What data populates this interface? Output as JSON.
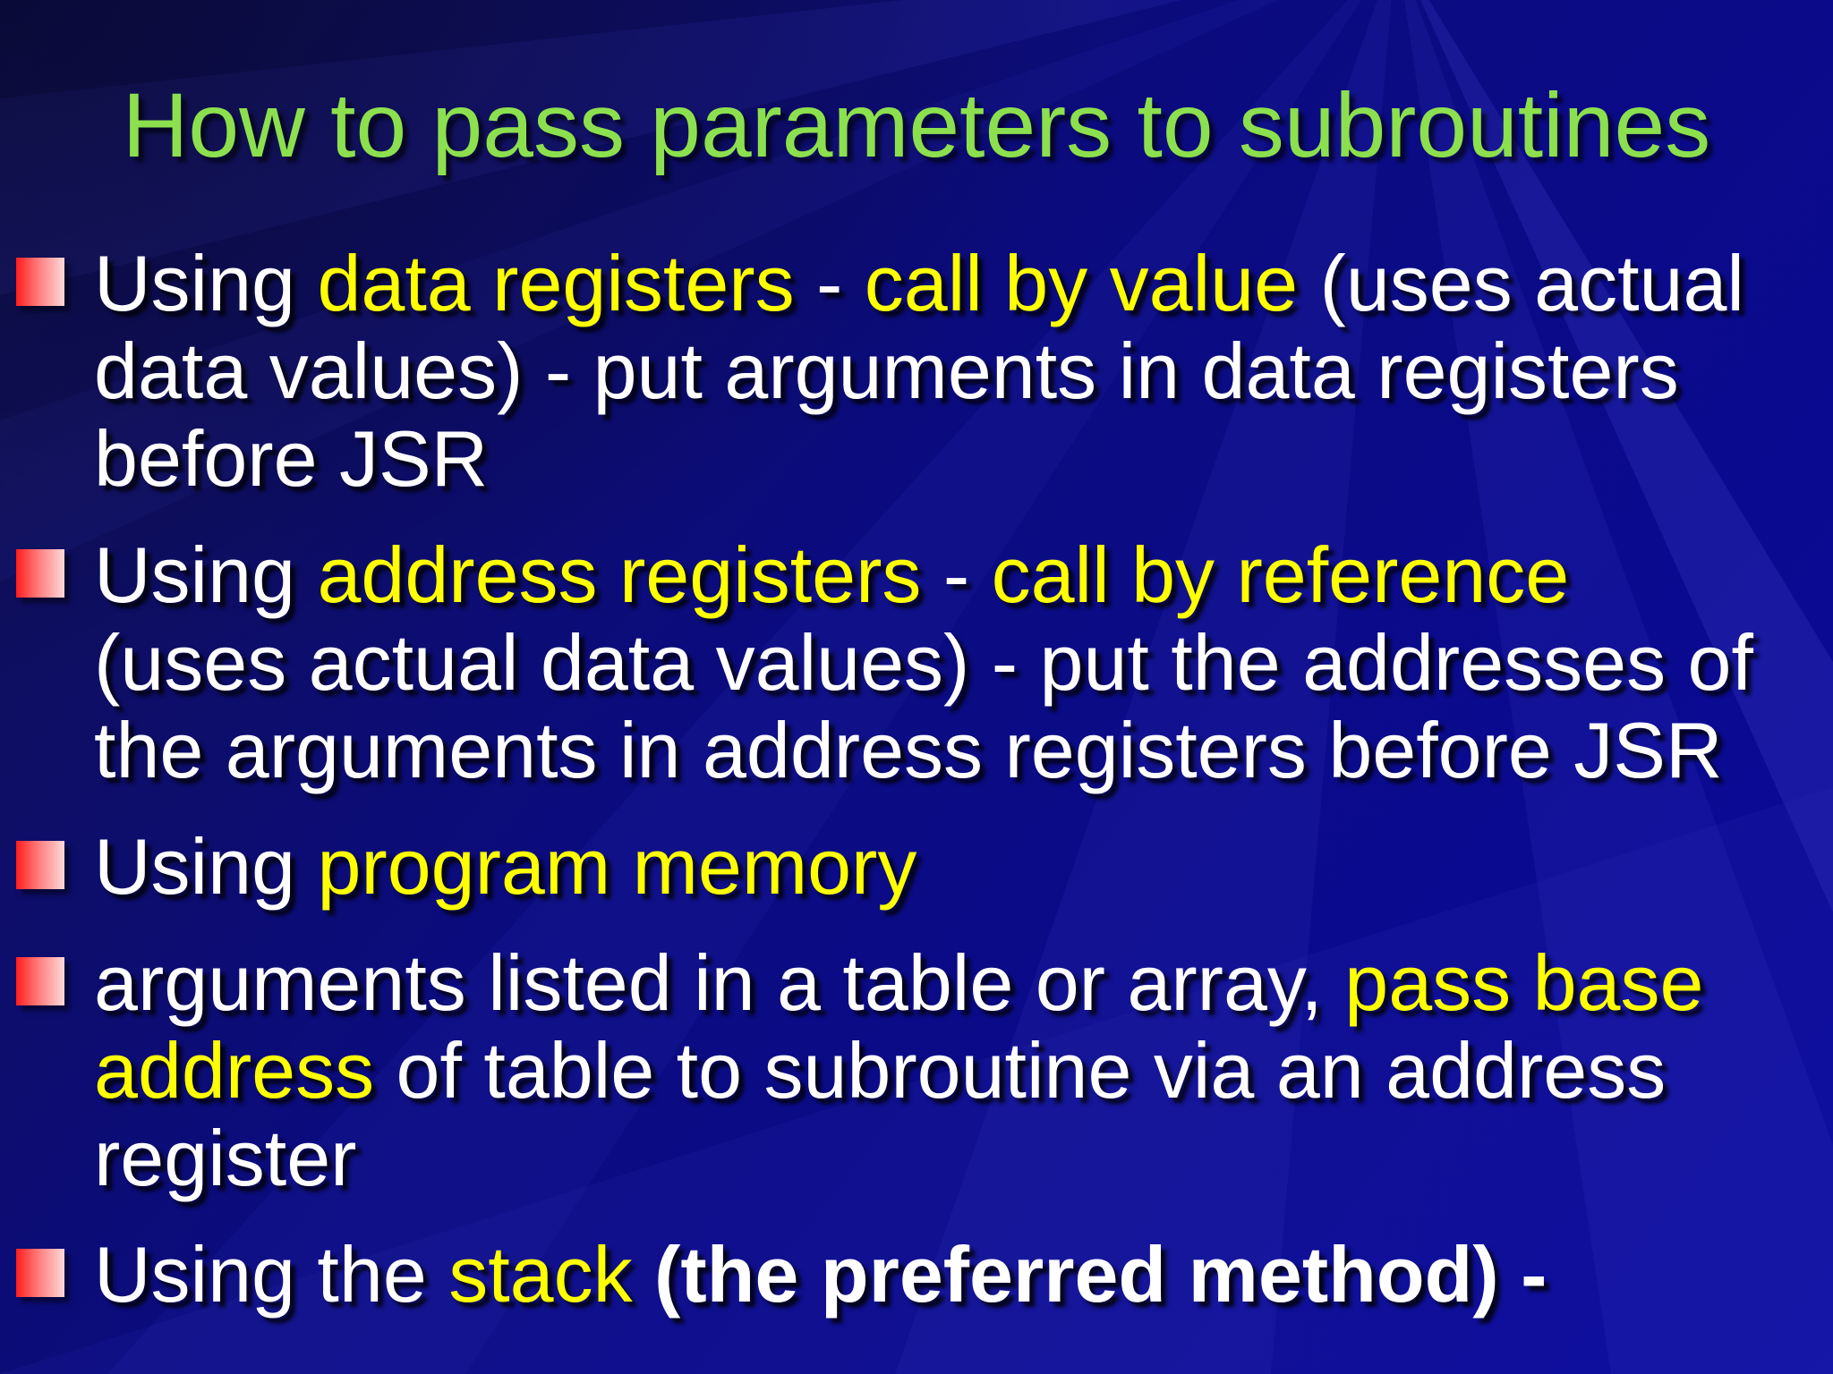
{
  "slide": {
    "title": "How to pass parameters to subroutines",
    "colors": {
      "background_top": "#11114c",
      "background_bottom": "#0a0a9e",
      "ray_blue": "#4646d2",
      "title_green": "#8ce04e",
      "body_white": "#ffffff",
      "highlight_yellow": "#ffff00",
      "bullet_red": "#ff1c1c",
      "bullet_pink": "#ffd9d9"
    },
    "bullets": [
      {
        "lines": [
          {
            "segments": [
              {
                "text": "Using ",
                "style": "white"
              },
              {
                "text": "data registers",
                "style": "yellow"
              },
              {
                "text": " - ",
                "style": "white"
              },
              {
                "text": "call by value",
                "style": "yellow"
              },
              {
                "text": " (uses actual",
                "style": "white"
              }
            ]
          },
          {
            "segments": [
              {
                "text": "data values) - put arguments in data registers",
                "style": "white"
              }
            ]
          },
          {
            "segments": [
              {
                "text": "before JSR",
                "style": "white"
              }
            ]
          }
        ]
      },
      {
        "lines": [
          {
            "segments": [
              {
                "text": "Using ",
                "style": "white"
              },
              {
                "text": "address registers",
                "style": "yellow"
              },
              {
                "text": " - ",
                "style": "white"
              },
              {
                "text": "call by reference",
                "style": "yellow"
              }
            ]
          },
          {
            "segments": [
              {
                "text": "(uses actual data values) - put the addresses of",
                "style": "white"
              }
            ]
          },
          {
            "segments": [
              {
                "text": "the arguments in address registers before JSR",
                "style": "white"
              }
            ]
          }
        ]
      },
      {
        "lines": [
          {
            "segments": [
              {
                "text": "Using ",
                "style": "white"
              },
              {
                "text": "program memory",
                "style": "yellow"
              }
            ]
          }
        ]
      },
      {
        "lines": [
          {
            "segments": [
              {
                "text": "arguments listed in a table or array, ",
                "style": "white"
              },
              {
                "text": "pass base",
                "style": "yellow"
              }
            ]
          },
          {
            "segments": [
              {
                "text": "address",
                "style": "yellow"
              },
              {
                "text": " of table to subroutine via an address",
                "style": "white"
              }
            ]
          },
          {
            "segments": [
              {
                "text": "register",
                "style": "white"
              }
            ]
          }
        ]
      },
      {
        "lines": [
          {
            "segments": [
              {
                "text": "Using the ",
                "style": "white"
              },
              {
                "text": "stack",
                "style": "yellow"
              },
              {
                "text": " (the preferred method) -",
                "style": "boldwhite"
              }
            ]
          }
        ]
      }
    ]
  }
}
